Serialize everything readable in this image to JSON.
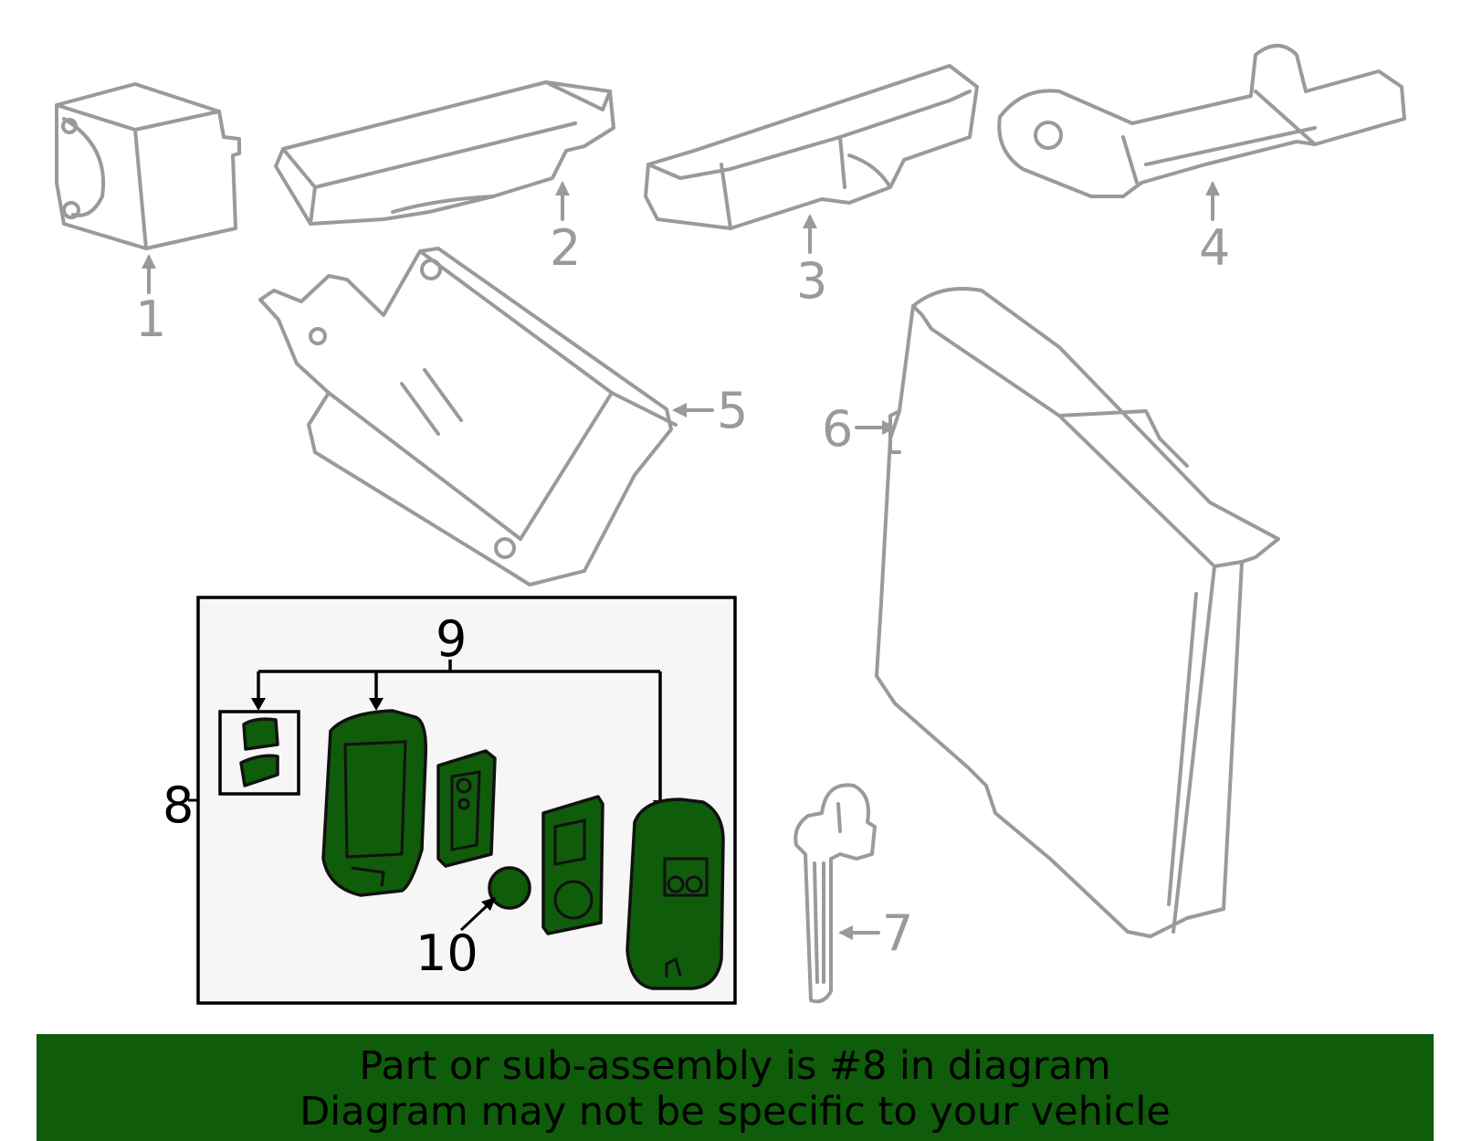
{
  "callouts": {
    "c1": "1",
    "c2": "2",
    "c3": "3",
    "c4": "4",
    "c5": "5",
    "c6": "6",
    "c7": "7",
    "c8": "8",
    "c9": "9",
    "c10": "10"
  },
  "banner": {
    "line1": "Part or sub-assembly is #8 in diagram",
    "line2": "Diagram may not be specific to your vehicle"
  },
  "colors": {
    "highlight": "#0f5c0a",
    "outline": "#9a9a9a",
    "inset_background": "#f6f6f6"
  },
  "icons": [
    "part-1-icon",
    "part-2-icon",
    "part-3-icon",
    "part-4-icon",
    "part-5-icon",
    "part-6-icon",
    "part-7-icon",
    "part-8-icon"
  ]
}
